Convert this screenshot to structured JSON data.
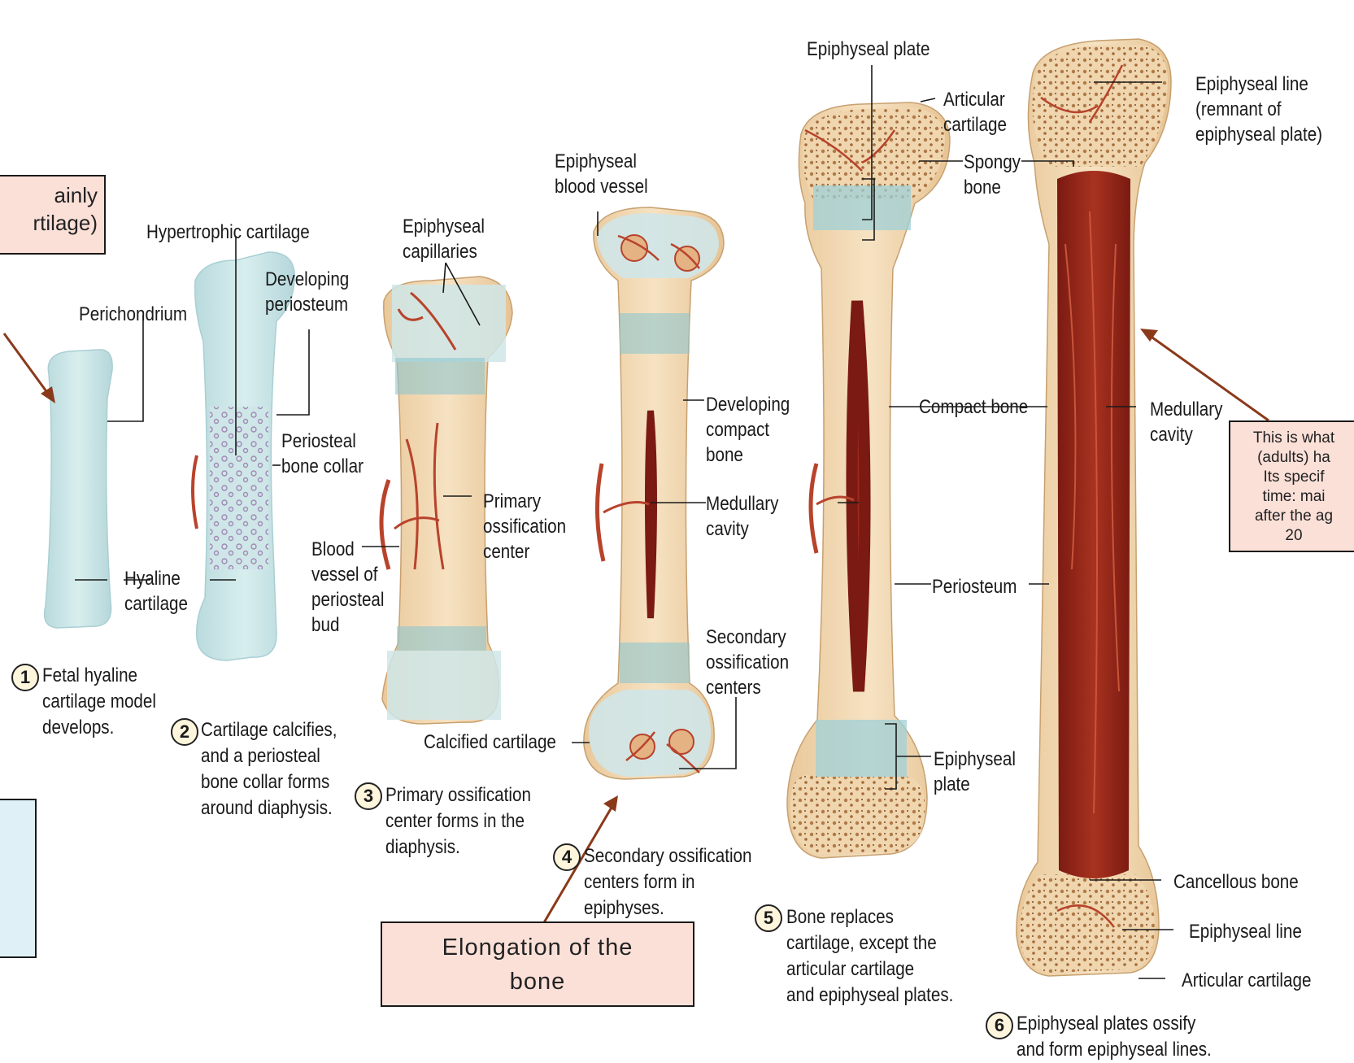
{
  "labels": {
    "epiphyseal_plate_top": "Epiphyseal plate",
    "articular_cartilage_5": "Articular\ncartilage",
    "epiphyseal_line_6": "Epiphyseal line\n(remnant of\nepiphyseal plate)",
    "spongy_bone": "Spongy\nbone",
    "epiphyseal_blood_vessel": "Epiphyseal\nblood vessel",
    "hypertrophic_cartilage": "Hypertrophic cartilage",
    "epiphyseal_capillaries": "Epiphyseal\ncapillaries",
    "developing_periosteum": "Developing\nperiosteum",
    "perichondrium": "Perichondrium",
    "periosteal_bone_collar": "Periosteal\nbone collar",
    "developing_compact_bone": "Developing\ncompact\nbone",
    "compact_bone": "Compact bone",
    "medullary_cavity_6": "Medullary\ncavity",
    "primary_ossification_center": "Primary\nossification\ncenter",
    "medullary_cavity_4": "Medullary\ncavity",
    "blood_vessel_periosteal_bud": "Blood\nvessel of\nperiosteal\nbud",
    "periosteum": "Periosteum",
    "hyaline_cartilage": "Hyaline\ncartilage",
    "secondary_ossification_centers": "Secondary\nossification\ncenters",
    "calcified_cartilage": "Calcified cartilage",
    "epiphyseal_plate_5": "Epiphyseal\nplate",
    "cancellous_bone": "Cancellous bone",
    "epiphyseal_line_bottom": "Epiphyseal line",
    "articular_cartilage_bottom": "Articular cartilage"
  },
  "steps": [
    {
      "num": "1",
      "text": "Fetal hyaline\ncartilage model\ndevelops."
    },
    {
      "num": "2",
      "text": "Cartilage calcifies,\nand a periosteal\nbone collar forms\naround diaphysis."
    },
    {
      "num": "3",
      "text": "Primary ossification\ncenter forms in the\ndiaphysis."
    },
    {
      "num": "4",
      "text": "Secondary ossification\ncenters form in\nepiphyses."
    },
    {
      "num": "5",
      "text": "Bone replaces\ncartilage, except the\narticular cartilage\nand epiphyseal plates."
    },
    {
      "num": "6",
      "text": "Epiphyseal plates ossify\nand form epiphyseal lines."
    }
  ],
  "notes": {
    "top_left": "ainly\nrtilage)",
    "elongation": "Elongation of the\nbone",
    "right": "This is what\n(adults) ha\nIts specif\ntime: mai\nafter the ag\n20"
  },
  "colors": {
    "cartilage": "#c9e4e6",
    "bone": "#f1d7b0",
    "marrow": "#9b2a1c",
    "vessel": "#b8432c",
    "arrow": "#8a3a1a",
    "note_pink": "#fbe0d8",
    "note_blue": "#dff0f6"
  }
}
